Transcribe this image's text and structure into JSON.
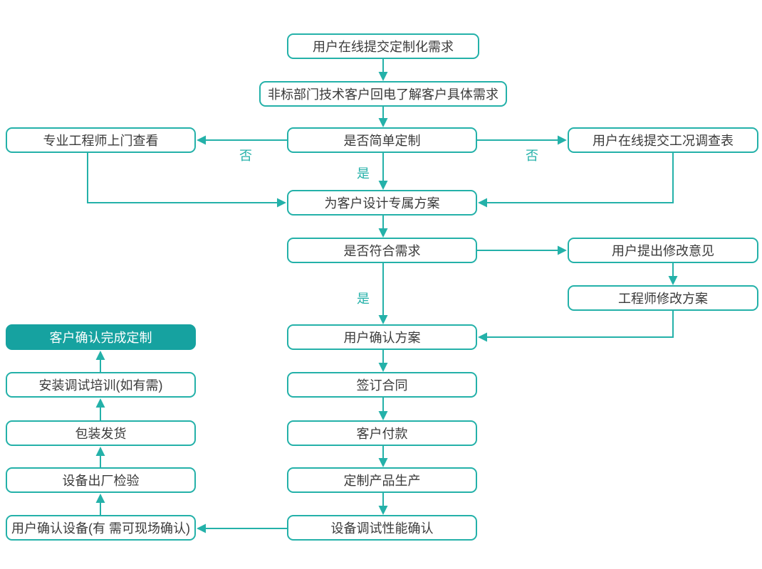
{
  "colors": {
    "stroke": "#24b1a9",
    "fill": "#16a2a0",
    "text": "#3a3a3a",
    "background": "#ffffff"
  },
  "nodes": {
    "submit_request": "用户在线提交定制化需求",
    "callback": "非标部门技术客户回电了解客户具体需求",
    "onsite_check": "专业工程师上门查看",
    "simple_decision": "是否简单定制",
    "survey_form": "用户在线提交工况调查表",
    "design_plan": "为客户设计专属方案",
    "meets_decision": "是否符合需求",
    "feedback": "用户提出修改意见",
    "revise_plan": "工程师修改方案",
    "confirm_plan": "用户确认方案",
    "complete": "客户确认完成定制",
    "training": "安装调试培训(如有需)",
    "contract": "签订合同",
    "shipping": "包装发货",
    "payment": "客户付款",
    "factory_inspection": "设备出厂检验",
    "production": "定制产品生产",
    "user_confirm_device": "用户确认设备(有 需可现场确认)",
    "debug_confirm": "设备调试性能确认"
  },
  "edge_labels": {
    "no_left": "否",
    "no_right": "否",
    "yes_top": "是",
    "yes_bottom": "是"
  },
  "edges": [
    {
      "from": "submit_request",
      "to": "callback"
    },
    {
      "from": "callback",
      "to": "simple_decision"
    },
    {
      "from": "simple_decision",
      "to": "onsite_check",
      "label": "否"
    },
    {
      "from": "simple_decision",
      "to": "survey_form",
      "label": "否"
    },
    {
      "from": "simple_decision",
      "to": "design_plan",
      "label": "是"
    },
    {
      "from": "onsite_check",
      "to": "design_plan"
    },
    {
      "from": "survey_form",
      "to": "design_plan"
    },
    {
      "from": "design_plan",
      "to": "meets_decision"
    },
    {
      "from": "meets_decision",
      "to": "feedback"
    },
    {
      "from": "feedback",
      "to": "revise_plan"
    },
    {
      "from": "revise_plan",
      "to": "confirm_plan"
    },
    {
      "from": "meets_decision",
      "to": "confirm_plan",
      "label": "是"
    },
    {
      "from": "confirm_plan",
      "to": "contract"
    },
    {
      "from": "contract",
      "to": "payment"
    },
    {
      "from": "payment",
      "to": "production"
    },
    {
      "from": "production",
      "to": "debug_confirm"
    },
    {
      "from": "debug_confirm",
      "to": "user_confirm_device"
    },
    {
      "from": "user_confirm_device",
      "to": "factory_inspection"
    },
    {
      "from": "factory_inspection",
      "to": "shipping"
    },
    {
      "from": "shipping",
      "to": "training"
    },
    {
      "from": "training",
      "to": "complete"
    }
  ]
}
